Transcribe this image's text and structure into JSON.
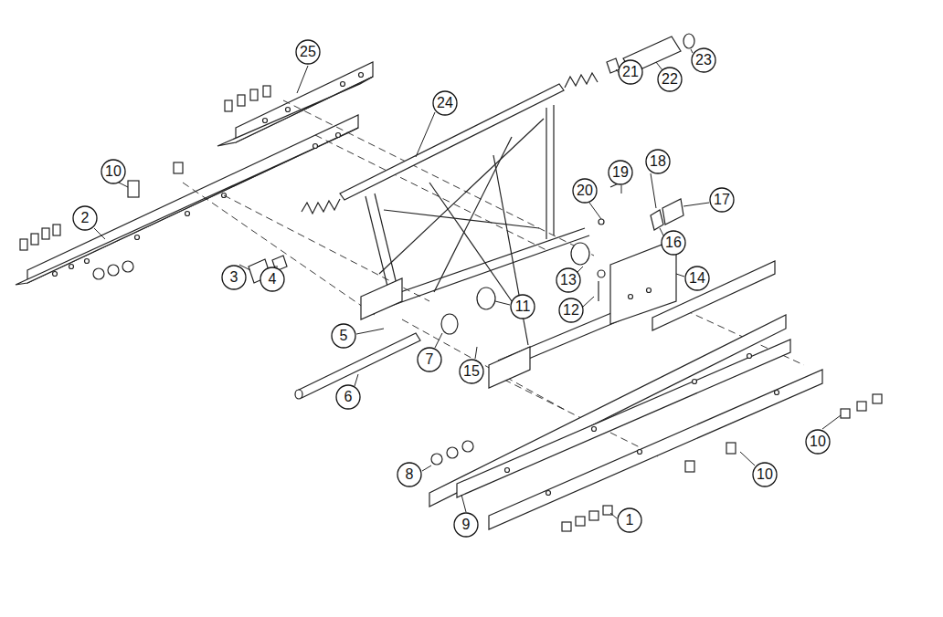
{
  "diagram": {
    "nodes": [
      {
        "text": [
          "25"
        ]
      },
      {
        "text": [
          "24"
        ]
      },
      {
        "text": [
          "23"
        ]
      },
      {
        "text": [
          "22"
        ]
      },
      {
        "text": [
          "21"
        ]
      },
      {
        "text": [
          "10"
        ]
      },
      {
        "text": [
          "18"
        ]
      },
      {
        "text": [
          "19"
        ]
      },
      {
        "text": [
          "17"
        ]
      },
      {
        "text": [
          "20"
        ]
      },
      {
        "text": [
          "2"
        ]
      },
      {
        "text": [
          "16"
        ]
      },
      {
        "text": [
          "3"
        ]
      },
      {
        "text": [
          "4"
        ]
      },
      {
        "text": [
          "14"
        ]
      },
      {
        "text": [
          "13"
        ]
      },
      {
        "text": [
          "11"
        ]
      },
      {
        "text": [
          "12"
        ]
      },
      {
        "text": [
          "5"
        ]
      },
      {
        "text": [
          "7"
        ]
      },
      {
        "text": [
          "15"
        ]
      },
      {
        "text": [
          "6"
        ]
      },
      {
        "text": [
          "10"
        ]
      },
      {
        "text": [
          "10"
        ]
      },
      {
        "text": [
          "8"
        ]
      },
      {
        "text": [
          "1"
        ]
      },
      {
        "text": [
          "9"
        ]
      }
    ]
  }
}
